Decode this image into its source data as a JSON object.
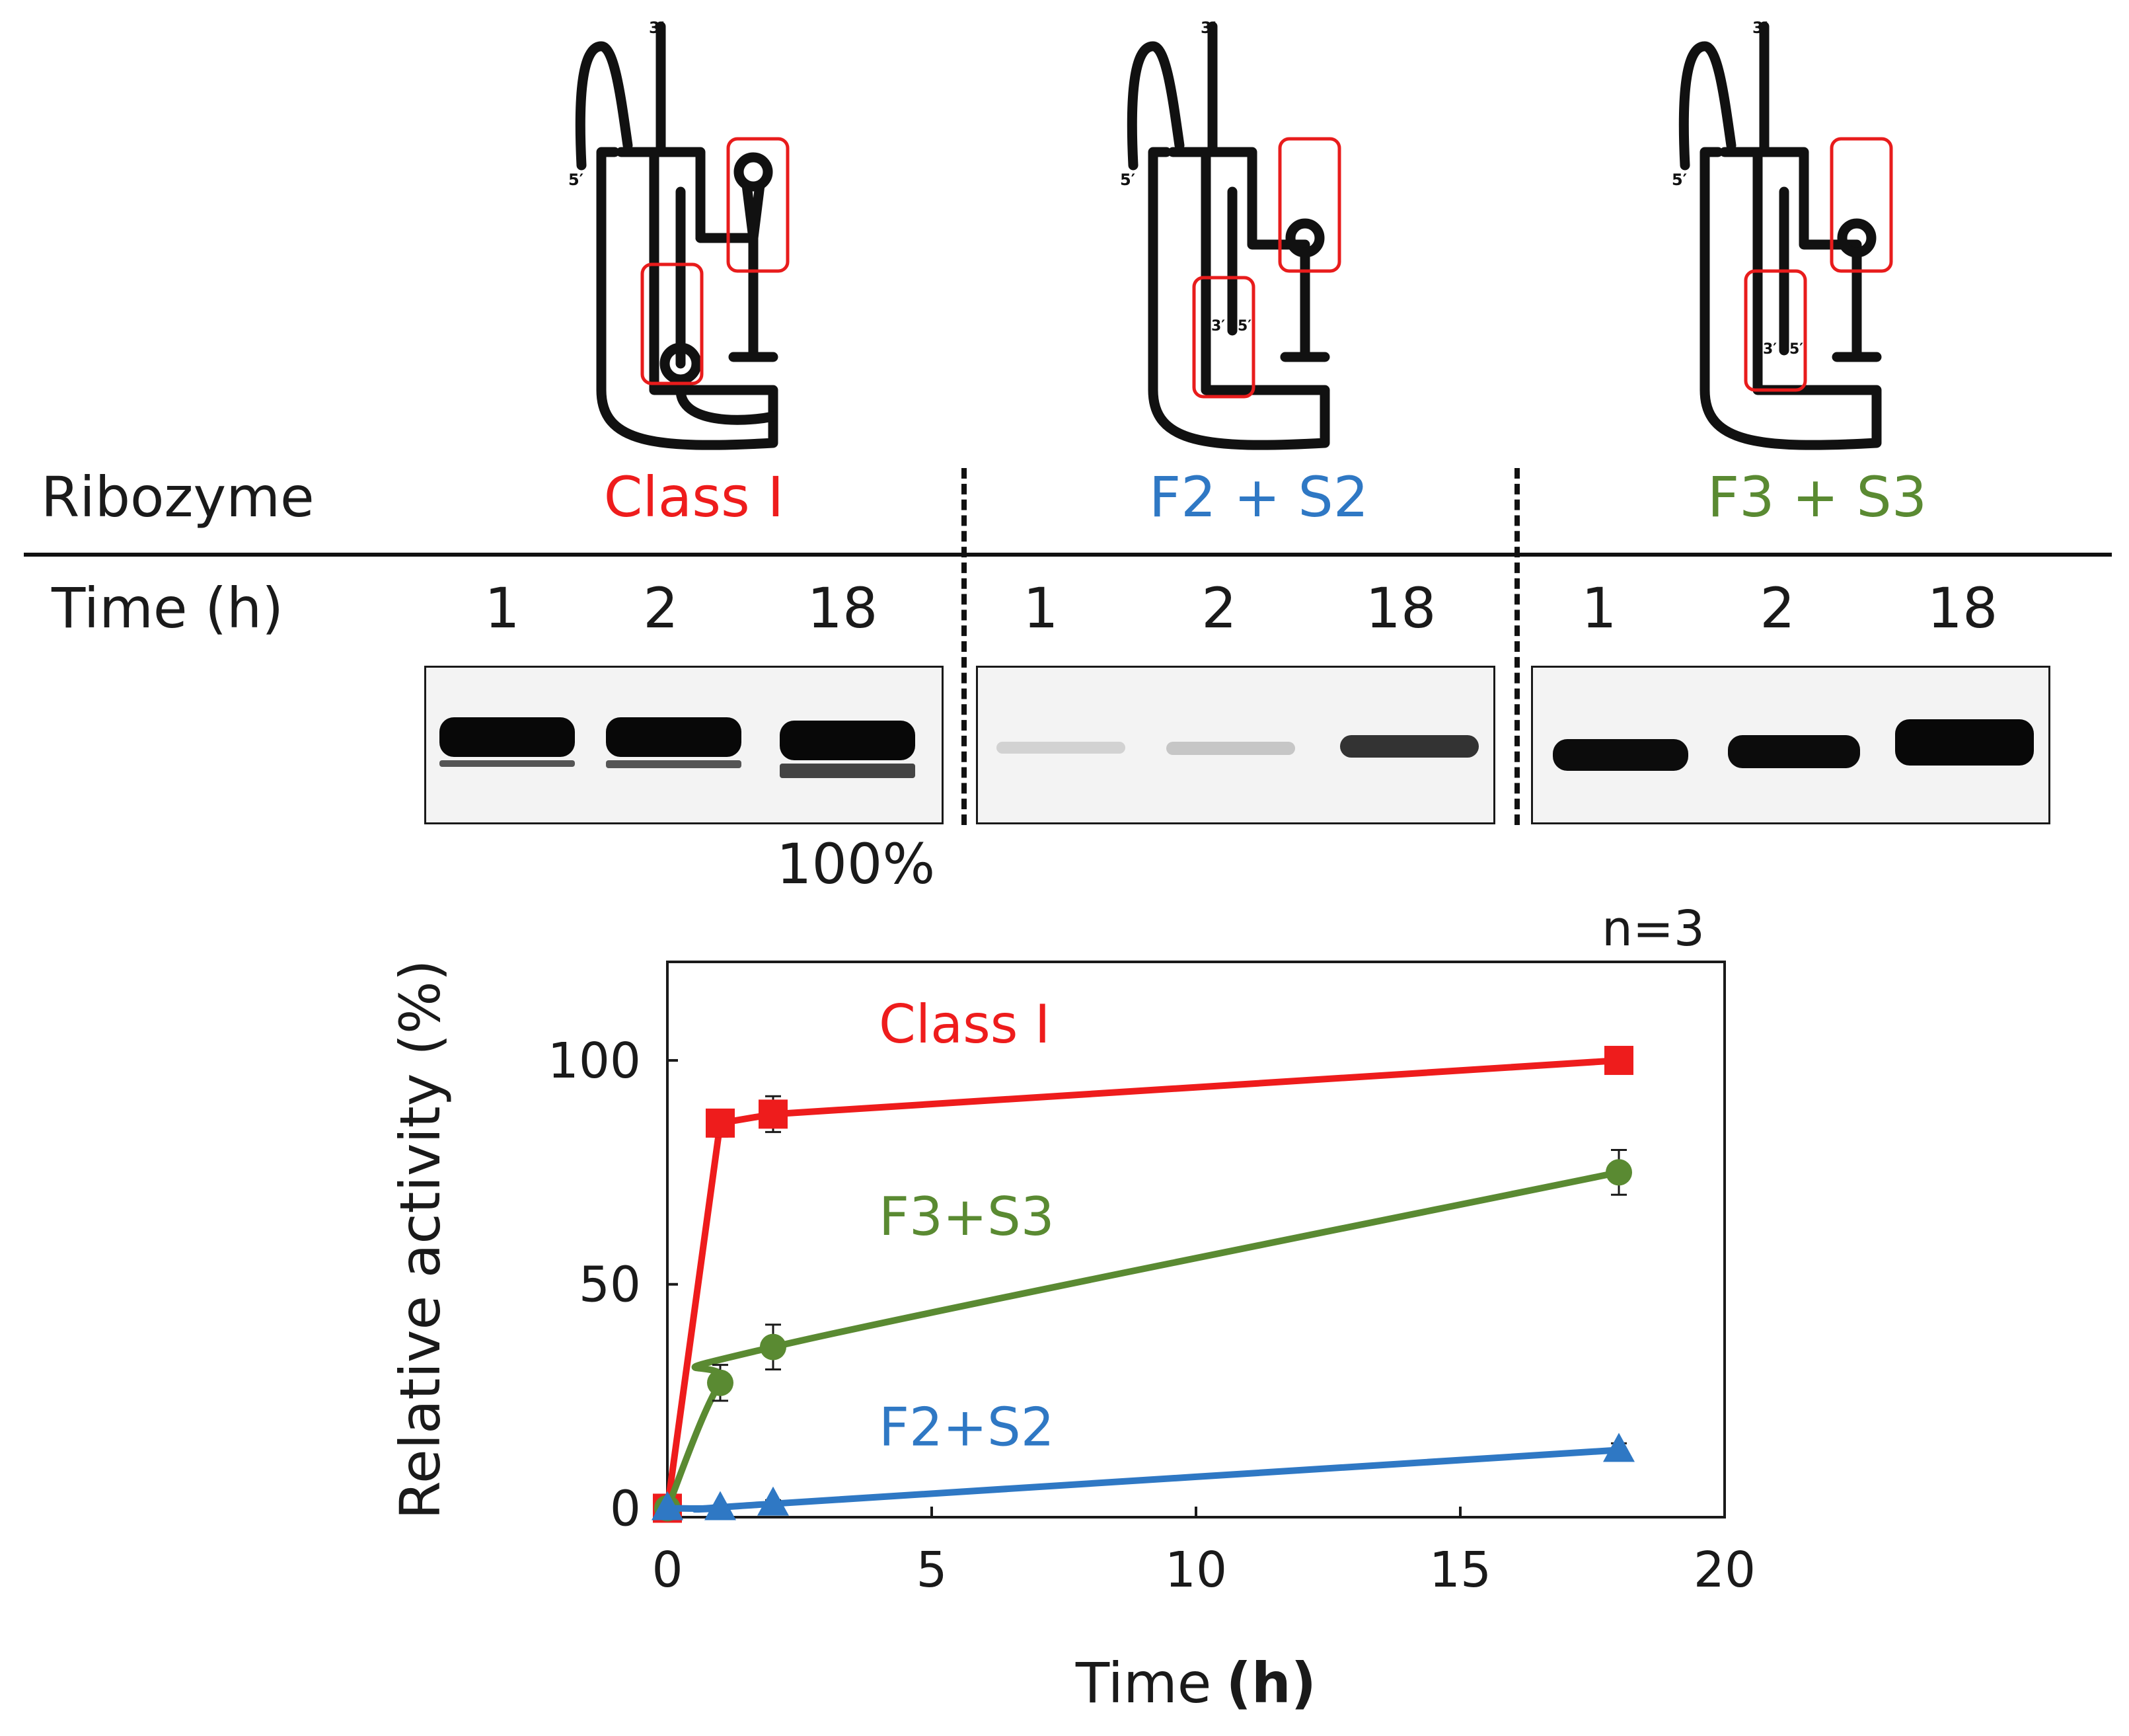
{
  "header": {
    "ribozyme_label": "Ribozyme",
    "time_label": "Time (h)",
    "groups": [
      {
        "name": "Class I",
        "color": "#ee1c1c",
        "times": [
          "1",
          "2",
          "18"
        ]
      },
      {
        "name": "F2 + S2",
        "color": "#2f78c4",
        "times": [
          "1",
          "2",
          "18"
        ]
      },
      {
        "name": "F3 + S3",
        "color": "#5a8a32",
        "times": [
          "1",
          "2",
          "18"
        ]
      }
    ],
    "prime_labels": {
      "three": "3′",
      "five": "5′"
    },
    "gel_percent_label": "100%"
  },
  "colors": {
    "class1": "#ee1c1c",
    "f2s2": "#2f78c4",
    "f3s3": "#5a8a32",
    "outline": "#e81c1c",
    "structure": "#111111"
  },
  "chart_data": {
    "type": "line",
    "xlabel": "Time",
    "xlabel_unit": "(h)",
    "ylabel": "Relative activity (%)",
    "annotation": "n=3",
    "xlim": [
      0,
      20
    ],
    "ylim": [
      -2,
      122
    ],
    "xticks": [
      0,
      5,
      10,
      15,
      20
    ],
    "yticks": [
      0,
      50,
      100
    ],
    "series": [
      {
        "name": "Class I",
        "color": "#ee1c1c",
        "marker": "square",
        "x": [
          0,
          1,
          2,
          18
        ],
        "y": [
          0,
          86,
          88,
          100
        ],
        "err": [
          0,
          3,
          4,
          1
        ]
      },
      {
        "name": "F3+S3",
        "color": "#5a8a32",
        "marker": "circle",
        "x": [
          0,
          1,
          2,
          18
        ],
        "y": [
          0,
          28,
          36,
          75
        ],
        "err": [
          0,
          4,
          5,
          5
        ]
      },
      {
        "name": "F2+S2",
        "color": "#2f78c4",
        "marker": "triangle",
        "x": [
          0,
          1,
          2,
          18
        ],
        "y": [
          0,
          0,
          1,
          13
        ],
        "err": [
          0,
          0.5,
          0.8,
          1.5
        ]
      }
    ]
  }
}
